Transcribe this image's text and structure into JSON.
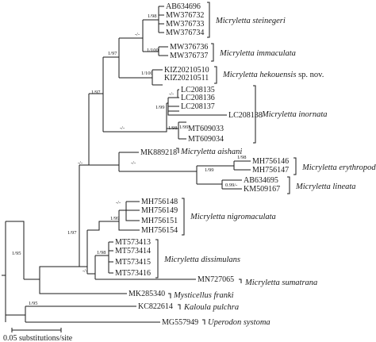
{
  "tips": [
    {
      "id": "AB634696",
      "label": "AB634696"
    },
    {
      "id": "MW376732",
      "label": "MW376732"
    },
    {
      "id": "MW376733",
      "label": "MW376733"
    },
    {
      "id": "MW376734",
      "label": "MW376734"
    },
    {
      "id": "MW376736",
      "label": "MW376736"
    },
    {
      "id": "MW376737",
      "label": "MW376737"
    },
    {
      "id": "KIZ20210510",
      "label": "KIZ20210510"
    },
    {
      "id": "KIZ20210511",
      "label": "KIZ20210511"
    },
    {
      "id": "LC208135",
      "label": "LC208135"
    },
    {
      "id": "LC208136",
      "label": "LC208136"
    },
    {
      "id": "LC208137",
      "label": "LC208137"
    },
    {
      "id": "LC208138",
      "label": "LC208138"
    },
    {
      "id": "MT609033",
      "label": "MT609033"
    },
    {
      "id": "MT609034",
      "label": "MT609034"
    },
    {
      "id": "MK889218",
      "label": "MK889218"
    },
    {
      "id": "MH756146",
      "label": "MH756146"
    },
    {
      "id": "MH756147",
      "label": "MH756147"
    },
    {
      "id": "AB634695",
      "label": "AB634695"
    },
    {
      "id": "KM509167",
      "label": "KM509167"
    },
    {
      "id": "MH756148",
      "label": "MH756148"
    },
    {
      "id": "MH756149",
      "label": "MH756149"
    },
    {
      "id": "MH756151",
      "label": "MH756151"
    },
    {
      "id": "MH756154",
      "label": "MH756154"
    },
    {
      "id": "MT573413",
      "label": "MT573413"
    },
    {
      "id": "MT573414",
      "label": "MT573414"
    },
    {
      "id": "MT573415",
      "label": "MT573415"
    },
    {
      "id": "MT573416",
      "label": "MT573416"
    },
    {
      "id": "MN727065",
      "label": "MN727065"
    },
    {
      "id": "MK285340",
      "label": "MK285340"
    },
    {
      "id": "KC822614",
      "label": "KC822614"
    },
    {
      "id": "MG557949",
      "label": "MG557949"
    }
  ],
  "support_values": [
    {
      "node": "steinegeri",
      "value": "1/98"
    },
    {
      "node": "immaculata",
      "value": "1/100"
    },
    {
      "node": "steinegeri-immaculata",
      "value": "-/-"
    },
    {
      "node": "hekouensis",
      "value": "1/100"
    },
    {
      "node": "clade-a",
      "value": "1/97"
    },
    {
      "node": "inornata-inner",
      "value": "-/-"
    },
    {
      "node": "inornata-mid",
      "value": "1/99"
    },
    {
      "node": "inornata-mt",
      "value": "1/99"
    },
    {
      "node": "inornata",
      "value": "1/98"
    },
    {
      "node": "clade-b",
      "value": "-/-"
    },
    {
      "node": "clade-ab",
      "value": "1/97"
    },
    {
      "node": "aishani-erythropoda",
      "value": "-/-"
    },
    {
      "node": "erythropoda",
      "value": "1/98"
    },
    {
      "node": "lineata",
      "value": "0.99/-"
    },
    {
      "node": "erythropoda-lineata",
      "value": "1/99"
    },
    {
      "node": "upper-clade",
      "value": "-/-"
    },
    {
      "node": "nigro-inner",
      "value": "-/-"
    },
    {
      "node": "nigro-mid",
      "value": "1/99"
    },
    {
      "node": "clade-c",
      "value": "1/97"
    },
    {
      "node": "dissimulans",
      "value": "1/98"
    },
    {
      "node": "dissimulans-sumatrana",
      "value": "-/-"
    },
    {
      "node": "kaloula-uperodon",
      "value": "1/95"
    },
    {
      "node": "microhylinae",
      "value": "1/95"
    }
  ],
  "clades": [
    {
      "id": "steinegeri",
      "name": "Micryletta steinegeri",
      "suffix": ""
    },
    {
      "id": "immaculata",
      "name": "Micryletta immaculata",
      "suffix": ""
    },
    {
      "id": "hekouensis",
      "name": "Micryletta hekouensis",
      "suffix": " sp. nov."
    },
    {
      "id": "inornata",
      "name": "Micryletta inornata",
      "suffix": ""
    },
    {
      "id": "aishani",
      "name": "Micryletta aishani",
      "suffix": ""
    },
    {
      "id": "erythropoda",
      "name": "Micryletta erythropoda",
      "suffix": ""
    },
    {
      "id": "lineata",
      "name": "Micryletta lineata",
      "suffix": ""
    },
    {
      "id": "nigromaculata",
      "name": "Micryletta nigromaculata",
      "suffix": ""
    },
    {
      "id": "dissimulans",
      "name": "Micryletta dissimulans",
      "suffix": ""
    },
    {
      "id": "sumatrana",
      "name": "Micryletta sumatrana",
      "suffix": ""
    },
    {
      "id": "franki",
      "name": "Mysticellus franki",
      "suffix": ""
    },
    {
      "id": "kaloula",
      "name": "Kaloula pulchra",
      "suffix": ""
    },
    {
      "id": "uperodon",
      "name": "Uperodon systoma",
      "suffix": ""
    }
  ],
  "scale_bar": {
    "label": "0.05 substitutions/site"
  }
}
